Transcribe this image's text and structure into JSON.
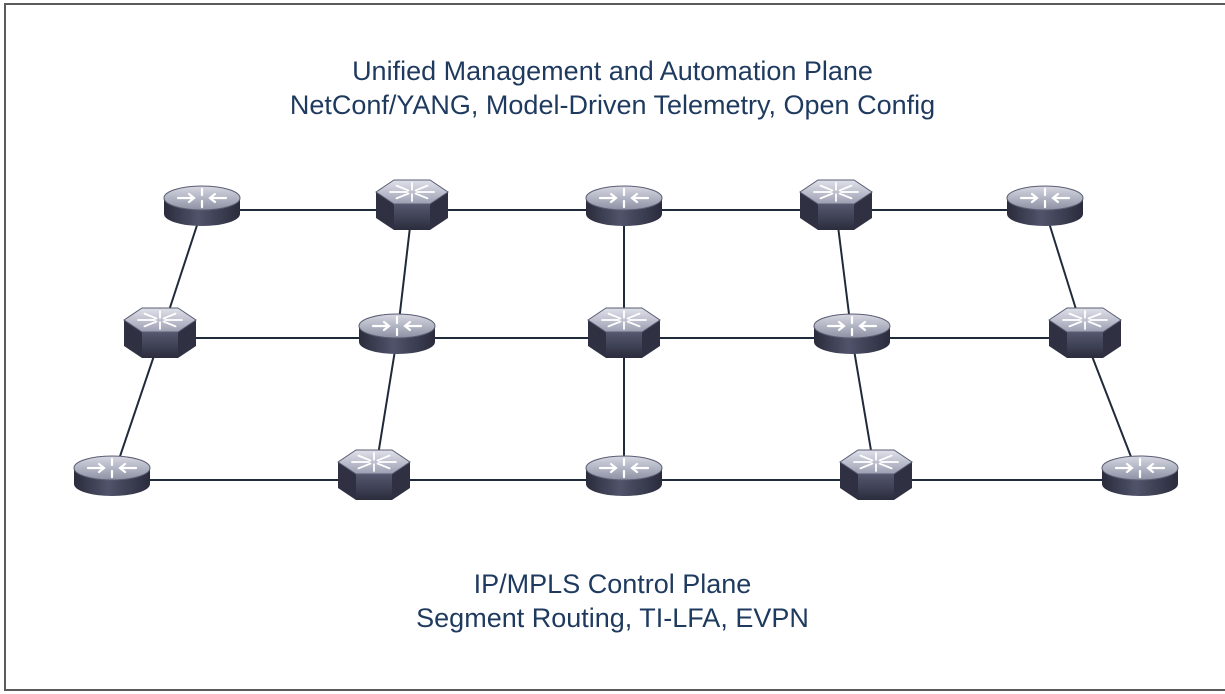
{
  "diagram": {
    "top_caption": {
      "line1": "Unified Management and Automation Plane",
      "line2": "NetConf/YANG, Model-Driven Telemetry, Open Config"
    },
    "bottom_caption": {
      "line1": "IP/MPLS Control Plane",
      "line2": "Segment Routing, TI-LFA, EVPN"
    },
    "colors": {
      "text": "#1f3a5f",
      "link": "#1f2a3a",
      "device_body": "#3f4158",
      "device_top": "#b9bccb"
    },
    "device_types": [
      "router",
      "switch"
    ],
    "rows": [
      [
        "router",
        "switch",
        "router",
        "switch",
        "router"
      ],
      [
        "switch",
        "router",
        "switch",
        "router",
        "switch"
      ],
      [
        "router",
        "switch",
        "router",
        "switch",
        "router"
      ]
    ]
  }
}
